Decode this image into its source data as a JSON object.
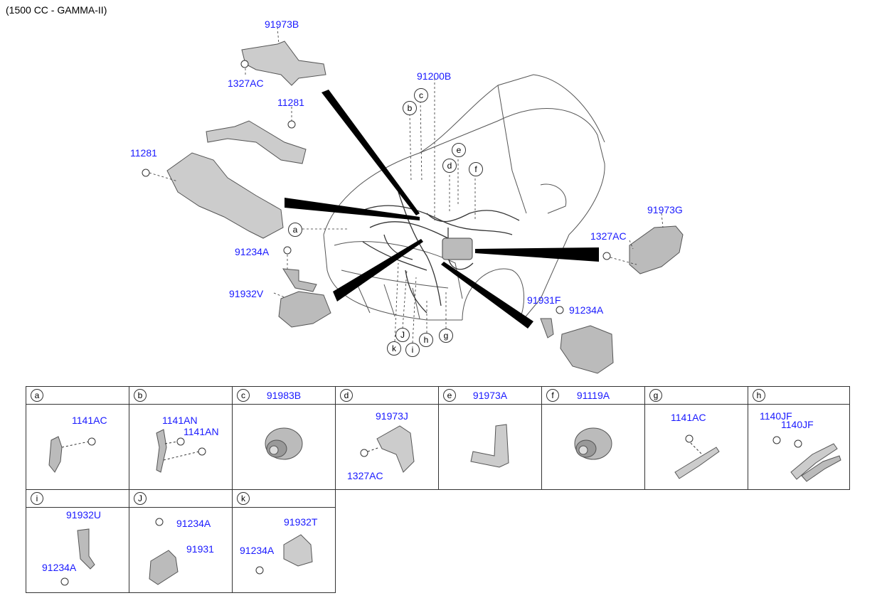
{
  "header": "(1500 CC - GAMMA-II)",
  "main_labels": {
    "p91973B": "91973B",
    "p1327AC_top": "1327AC",
    "p11281_a": "11281",
    "p11281_b": "11281",
    "p91200B": "91200B",
    "p91234A_left": "91234A",
    "p91932V": "91932V",
    "p91973G": "91973G",
    "p1327AC_right": "1327AC",
    "p91931F": "91931F",
    "p91234A_right": "91234A"
  },
  "callouts": {
    "a": "a",
    "b": "b",
    "c": "c",
    "d": "d",
    "e": "e",
    "f": "f",
    "g": "g",
    "h": "h",
    "i": "i",
    "J": "J",
    "k": "k"
  },
  "cells": [
    {
      "key": "a",
      "part": "",
      "labels": [
        "1141AC"
      ]
    },
    {
      "key": "b",
      "part": "",
      "labels": [
        "1141AN",
        "1141AN"
      ]
    },
    {
      "key": "c",
      "part": "91983B",
      "labels": []
    },
    {
      "key": "d",
      "part": "",
      "labels": [
        "91973J",
        "1327AC"
      ]
    },
    {
      "key": "e",
      "part": "91973A",
      "labels": []
    },
    {
      "key": "f",
      "part": "91119A",
      "labels": []
    },
    {
      "key": "g",
      "part": "",
      "labels": [
        "1141AC"
      ]
    },
    {
      "key": "h",
      "part": "",
      "labels": [
        "1140JF",
        "1140JF"
      ]
    },
    {
      "key": "i",
      "part": "",
      "labels": [
        "91932U",
        "91234A"
      ]
    },
    {
      "key": "J",
      "part": "",
      "labels": [
        "91234A",
        "91931"
      ]
    },
    {
      "key": "k",
      "part": "",
      "labels": [
        "91932T",
        "91234A"
      ]
    }
  ]
}
